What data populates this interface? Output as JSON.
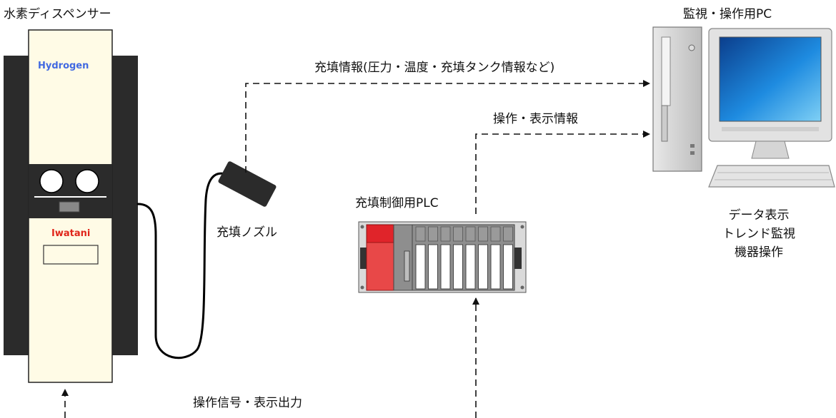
{
  "dispenser": {
    "title": "水素ディスペンサー",
    "hydrogen_label": "Hydrogen",
    "brand_label": "Iwatani"
  },
  "nozzle": {
    "label": "充填ノズル"
  },
  "plc": {
    "label": "充填制御用PLC"
  },
  "pc": {
    "title": "監視・操作用PC",
    "functions": [
      "データ表示",
      "トレンド監視",
      "機器操作"
    ]
  },
  "flows": {
    "fill_info": "充填情報(圧力・温度・充填タンク情報など)",
    "operation_display": "操作・表示情報",
    "signal_output": "操作信号・表示出力"
  },
  "colors": {
    "dispenser_body": "#FFFBE6",
    "dispenser_side": "#2B2B2B",
    "hydrogen_text": "#4169E1",
    "brand_text": "#E0261B",
    "plc_red": "#E0242A",
    "plc_gray": "#8E8E8E"
  }
}
